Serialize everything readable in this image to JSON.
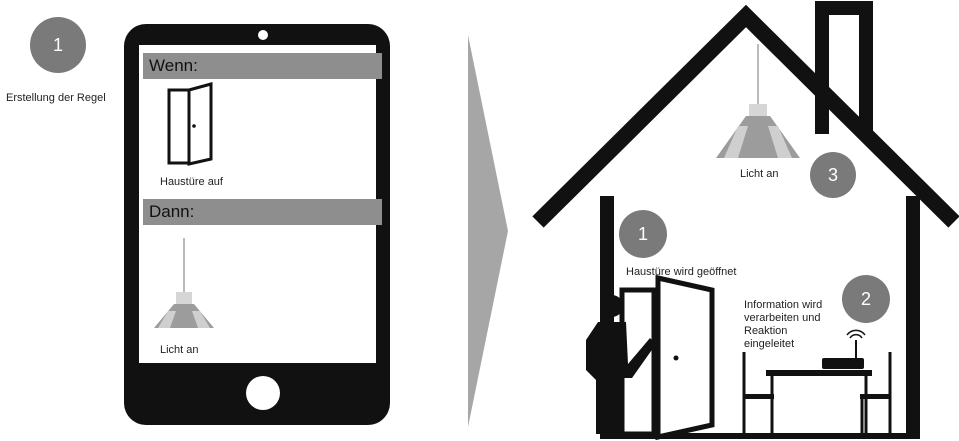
{
  "left": {
    "step_number": "1",
    "step_label": "Erstellung der Regel"
  },
  "tablet": {
    "if_header": "Wenn:",
    "then_header": "Dann:",
    "trigger_label": "Haustüre auf",
    "action_label": "Licht an"
  },
  "house": {
    "step1_number": "1",
    "step1_label": "Haustüre wird geöffnet",
    "step2_number": "2",
    "step2_label": "Information wird verarbeiten und Reaktion eingeleitet",
    "step3_number": "3",
    "step3_label": "Licht an"
  },
  "colors": {
    "badge": "#7a7a7a",
    "bar": "#8e8e8e",
    "device": "#111111",
    "arrow": "#a6a6a6"
  }
}
